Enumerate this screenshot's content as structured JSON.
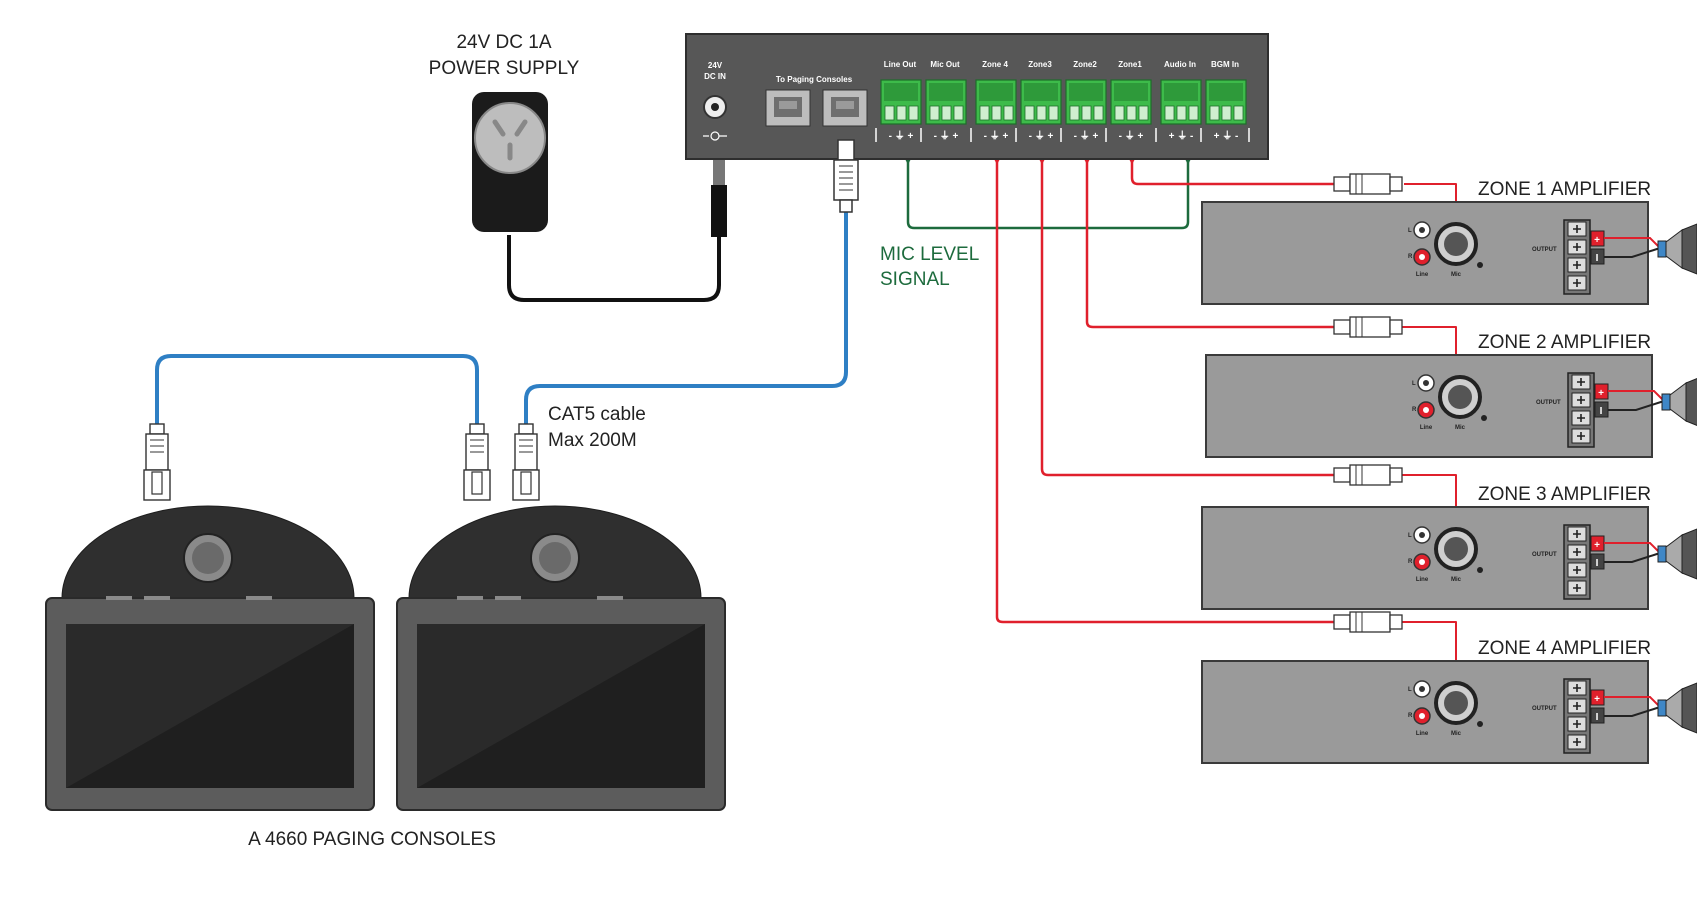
{
  "power_supply": {
    "label_line1": "24V DC 1A",
    "label_line2": "POWER SUPPLY"
  },
  "controller": {
    "dc_in_line1": "24V",
    "dc_in_line2": "DC IN",
    "paging_label": "To Paging Consoles",
    "terminals": [
      {
        "label": "Line Out",
        "polarity": "- ⏚ +"
      },
      {
        "label": "Mic Out",
        "polarity": "- ⏚ +"
      },
      {
        "label": "Zone 4",
        "polarity": "- ⏚ +"
      },
      {
        "label": "Zone3",
        "polarity": "- ⏚ +"
      },
      {
        "label": "Zone2",
        "polarity": "- ⏚ +"
      },
      {
        "label": "Zone1",
        "polarity": "- ⏚ +"
      },
      {
        "label": "Audio In",
        "polarity": "+ ⏚ -"
      },
      {
        "label": "BGM In",
        "polarity": "+ ⏚ -"
      }
    ]
  },
  "mic_level": {
    "line1": "MIC LEVEL",
    "line2": "SIGNAL"
  },
  "cat5": {
    "line1": "CAT5 cable",
    "line2": "Max 200M"
  },
  "consoles": {
    "label": "A 4660 PAGING CONSOLES"
  },
  "amplifier_panel": {
    "l_label": "L",
    "r_label": "R",
    "line_label": "Line",
    "mic_label": "Mic",
    "output_label": "OUTPUT",
    "plus": "+",
    "minus": "I"
  },
  "amplifiers": [
    {
      "title": "ZONE 1 AMPLIFIER"
    },
    {
      "title": "ZONE 2 AMPLIFIER"
    },
    {
      "title": "ZONE 3 AMPLIFIER"
    },
    {
      "title": "ZONE 4 AMPLIFIER"
    }
  ],
  "colors": {
    "zone_cable": "#e0202c",
    "mic_cable": "#1d6b3d",
    "cat5_cable": "#2e7fc4",
    "power_cable": "#111111",
    "terminal_green": "#3dbb4a",
    "device_grey": "#555555",
    "amp_grey": "#9a9a9a"
  }
}
